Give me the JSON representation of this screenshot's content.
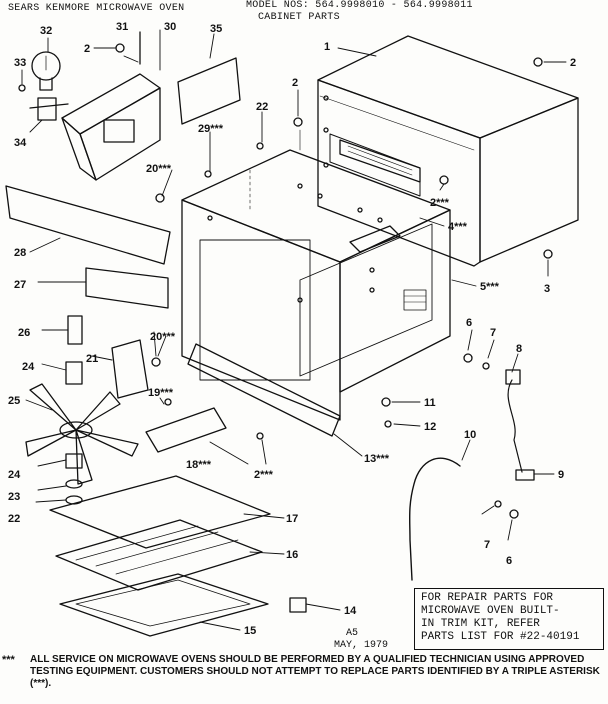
{
  "header": {
    "left": "SEARS KENMORE MICROWAVE OVEN",
    "models": "MODEL NOS:  564.9998010 - 564.9998011",
    "subtitle": "CABINET PARTS"
  },
  "callouts": [
    {
      "id": "c1",
      "label": "1"
    },
    {
      "id": "c2a",
      "label": "2"
    },
    {
      "id": "c2b",
      "label": "2"
    },
    {
      "id": "c2c",
      "label": "2"
    },
    {
      "id": "c2d",
      "label": "2***"
    },
    {
      "id": "c2e",
      "label": "2***"
    },
    {
      "id": "c3",
      "label": "3"
    },
    {
      "id": "c4",
      "label": "4***"
    },
    {
      "id": "c5",
      "label": "5***"
    },
    {
      "id": "c6a",
      "label": "6"
    },
    {
      "id": "c6b",
      "label": "6"
    },
    {
      "id": "c7a",
      "label": "7"
    },
    {
      "id": "c7b",
      "label": "7"
    },
    {
      "id": "c8",
      "label": "8"
    },
    {
      "id": "c9",
      "label": "9"
    },
    {
      "id": "c10",
      "label": "10"
    },
    {
      "id": "c11",
      "label": "11"
    },
    {
      "id": "c12",
      "label": "12"
    },
    {
      "id": "c13",
      "label": "13***"
    },
    {
      "id": "c14",
      "label": "14"
    },
    {
      "id": "c15",
      "label": "15"
    },
    {
      "id": "c16",
      "label": "16"
    },
    {
      "id": "c17",
      "label": "17"
    },
    {
      "id": "c18",
      "label": "18***"
    },
    {
      "id": "c19",
      "label": "19***"
    },
    {
      "id": "c20a",
      "label": "20***"
    },
    {
      "id": "c20b",
      "label": "20***"
    },
    {
      "id": "c21",
      "label": "21"
    },
    {
      "id": "c22a",
      "label": "22"
    },
    {
      "id": "c22b",
      "label": "22"
    },
    {
      "id": "c23",
      "label": "23"
    },
    {
      "id": "c24a",
      "label": "24"
    },
    {
      "id": "c24b",
      "label": "24"
    },
    {
      "id": "c25",
      "label": "25"
    },
    {
      "id": "c26",
      "label": "26"
    },
    {
      "id": "c27",
      "label": "27"
    },
    {
      "id": "c28",
      "label": "28"
    },
    {
      "id": "c29",
      "label": "29***"
    },
    {
      "id": "c30",
      "label": "30"
    },
    {
      "id": "c31",
      "label": "31"
    },
    {
      "id": "c32",
      "label": "32"
    },
    {
      "id": "c33",
      "label": "33"
    },
    {
      "id": "c34",
      "label": "34"
    },
    {
      "id": "c35",
      "label": "35"
    }
  ],
  "repair_box": {
    "line1": "FOR REPAIR PARTS FOR",
    "line2": "MICROWAVE OVEN BUILT-",
    "line3": "IN TRIM KIT, REFER",
    "line4": "PARTS LIST FOR #22-40191"
  },
  "stamp": {
    "code": "A5",
    "date": "MAY, 1979"
  },
  "footnote": {
    "mark": "***",
    "text": "ALL SERVICE ON MICROWAVE OVENS SHOULD BE PERFORMED BY A QUALIFIED TECHNICIAN USING APPROVED TESTING EQUIPMENT. CUSTOMERS SHOULD NOT ATTEMPT TO REPLACE PARTS IDENTIFIED BY A TRIPLE ASTERISK (***)."
  }
}
